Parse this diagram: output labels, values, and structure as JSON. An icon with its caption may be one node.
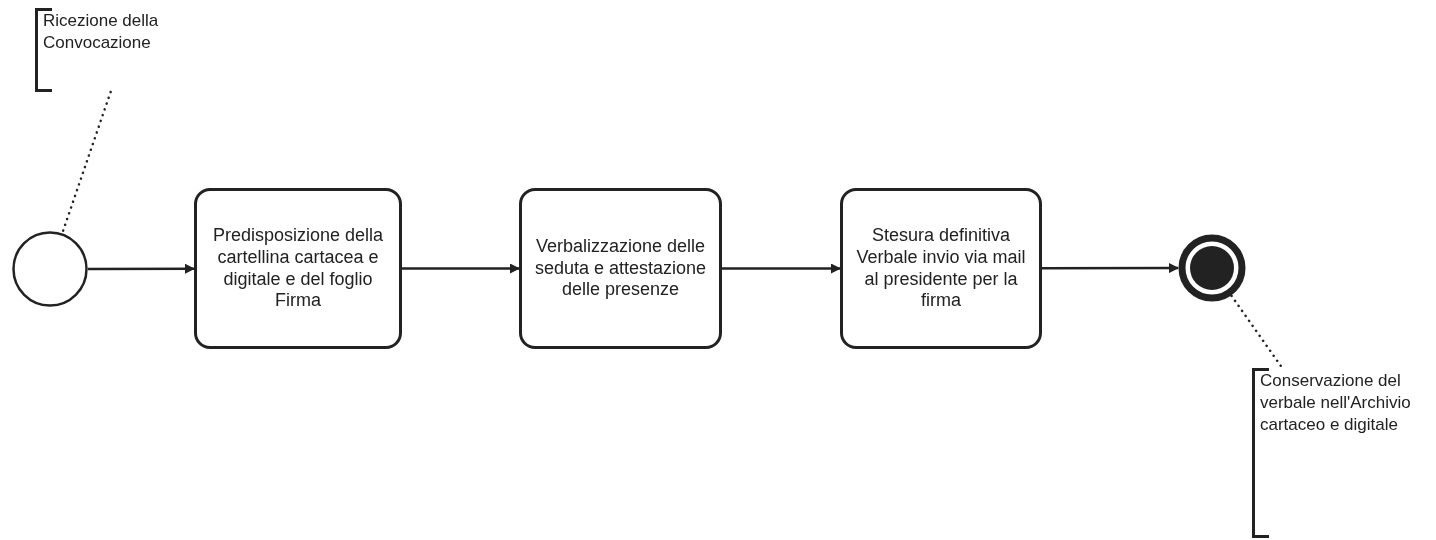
{
  "diagram": {
    "nodes": [
      {
        "text": [
          "Ricezione della Convocazione"
        ]
      },
      {
        "text": [],
        "shape": "circle"
      },
      {
        "text": [
          "Predisposizione della cartellina cartacea e digitale e del foglio Firma"
        ]
      },
      {
        "text": [
          "Verbalizzazione delle seduta e attestazione delle presenze"
        ]
      },
      {
        "text": [
          "Stesura definitiva Verbale invio via mail al presidente per la firma"
        ]
      },
      {
        "text": [],
        "shape": "end-circle"
      },
      {
        "text": [
          "Conservazione del verbale nell'Archivio cartaceo e digitale"
        ]
      }
    ],
    "edges": [
      {
        "from": 0,
        "to": 1,
        "arrow": "none",
        "style": "dashed"
      },
      {
        "from": 1,
        "to": 2,
        "arrow": "to"
      },
      {
        "from": 2,
        "to": 3,
        "arrow": "to"
      },
      {
        "from": 3,
        "to": 4,
        "arrow": "to"
      },
      {
        "from": 4,
        "to": 5,
        "arrow": "to"
      },
      {
        "from": 5,
        "to": 6,
        "arrow": "none",
        "style": "dashed"
      }
    ]
  }
}
